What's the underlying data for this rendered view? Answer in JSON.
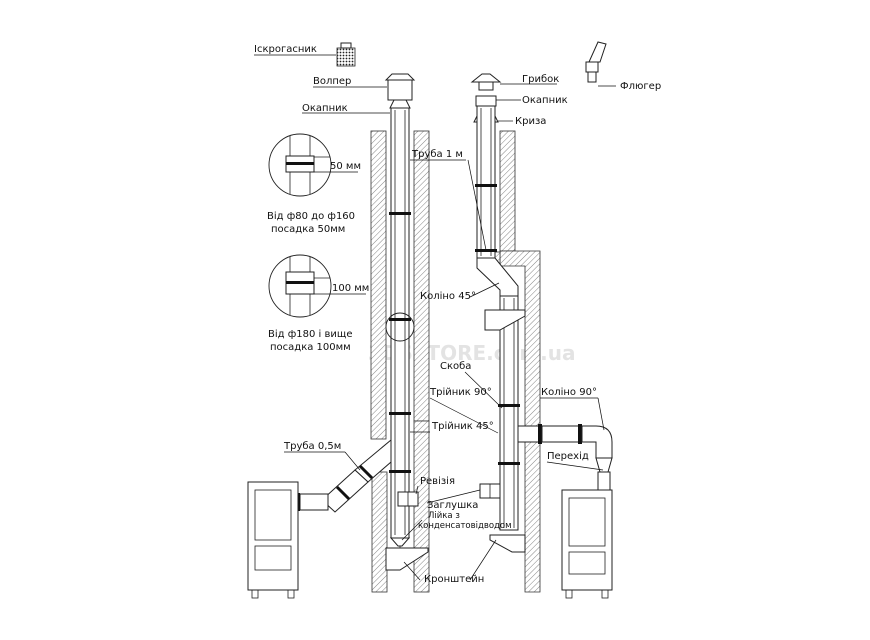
{
  "watermark": "3DSSTORE.com.ua",
  "labels": {
    "spark_arrester": "Іскрогасник",
    "volper": "Волпер",
    "okapnyk_left": "Окапник",
    "hrybok": "Грибок",
    "okapnyk_right": "Окапник",
    "flyuger": "Флюгер",
    "kryza": "Криза",
    "truba_1m": "Труба 1 м",
    "kolino_45": "Коліно 45°",
    "skoba": "Скоба",
    "triynyk_90": "Трійник 90°",
    "triynyk_45": "Трійник 45°",
    "kolino_90": "Коліно 90°",
    "perekhid": "Перехід",
    "truba_05m": "Труба 0,5м",
    "reviziya": "Ревізія",
    "zahlushka": "Заглушка",
    "liyka_line1": "Лійка з",
    "liyka_line2": "конденсатовідводом",
    "kronshteyn": "Кронштейн"
  },
  "details": [
    {
      "dimension": "50 мм",
      "caption_line1": "Від ф80 до ф160",
      "caption_line2": "посадка 50мм"
    },
    {
      "dimension": "100 мм",
      "caption_line1": "Від ф180 і вище",
      "caption_line2": "посадка 100мм"
    }
  ]
}
